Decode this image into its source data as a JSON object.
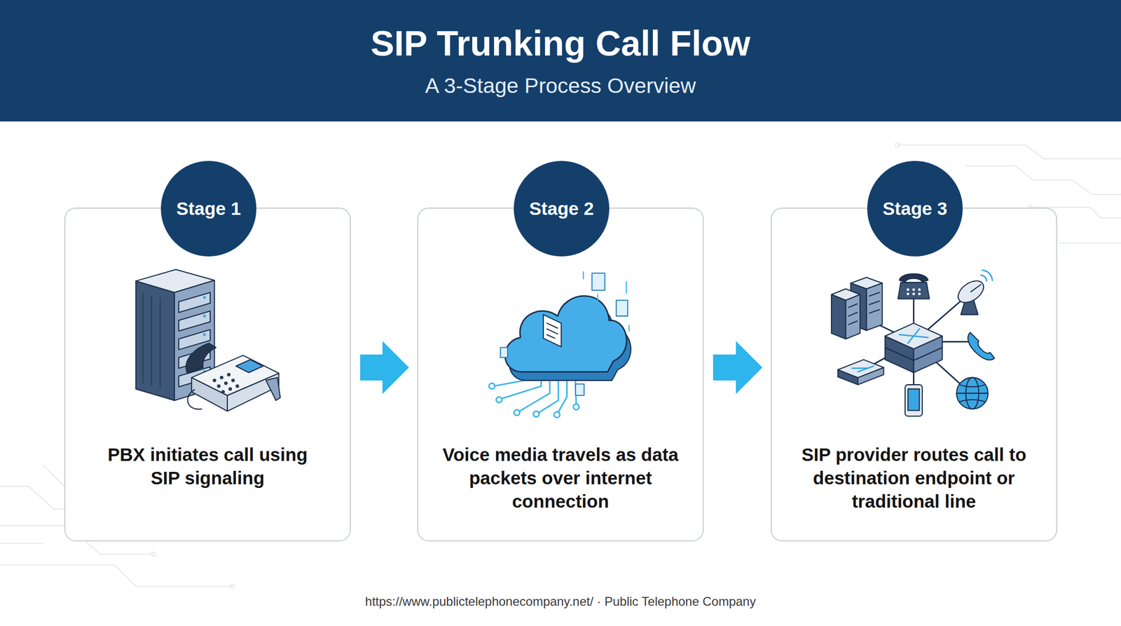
{
  "diagram": {
    "title": "SIP Trunking Call Flow",
    "nodes": [
      {
        "text": [
          "PBX initiates call using SIP signaling"
        ]
      },
      {
        "text": [
          "Stage 1"
        ],
        "in": 0
      },
      {
        "text": [
          "Voice media travels as data packets over internet connection"
        ]
      },
      {
        "text": [
          "Stage 2"
        ],
        "in": 2
      },
      {
        "text": [
          "SIP provider routes call to destination endpoint or traditional line"
        ]
      },
      {
        "text": [
          "Stage 3"
        ],
        "in": 4
      }
    ],
    "edges": [
      {
        "from": 0,
        "to": 2,
        "arrow": "to"
      },
      {
        "from": 2,
        "to": 4,
        "arrow": "to"
      }
    ],
    "labels": [
      "A 3-Stage Process Overview",
      "https://www.publictelephonecompany.net/ · Public Telephone Company"
    ]
  }
}
